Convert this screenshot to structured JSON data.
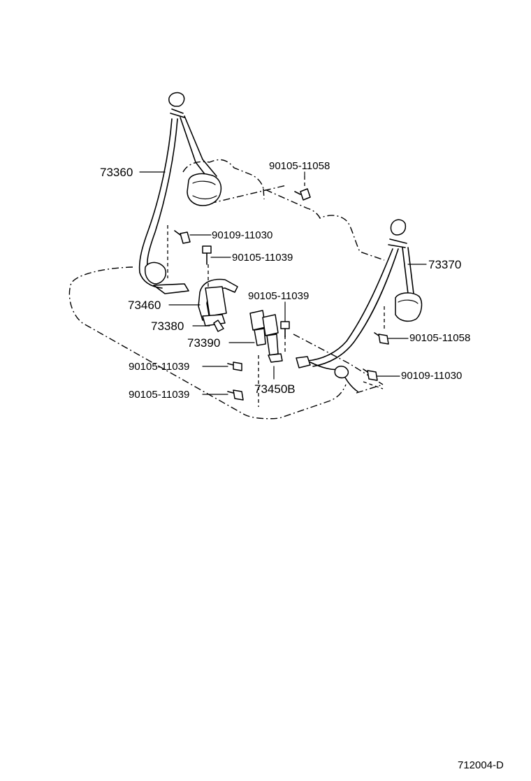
{
  "diagram": {
    "callouts": {
      "p73360": "73360",
      "p73370": "73370",
      "p73460": "73460",
      "p73380": "73380",
      "p73390": "73390",
      "p73450B": "73450B",
      "b90105_11058_top": "90105-11058",
      "b90109_11030_left": "90109-11030",
      "b90105_11039_a": "90105-11039",
      "b90105_11039_b": "90105-11039",
      "b90105_11058_right": "90105-11058",
      "b90109_11030_right": "90109-11030",
      "b90105_11039_c": "90105-11039",
      "b90105_11039_d": "90105-11039"
    },
    "figure_code": "712004-D"
  }
}
